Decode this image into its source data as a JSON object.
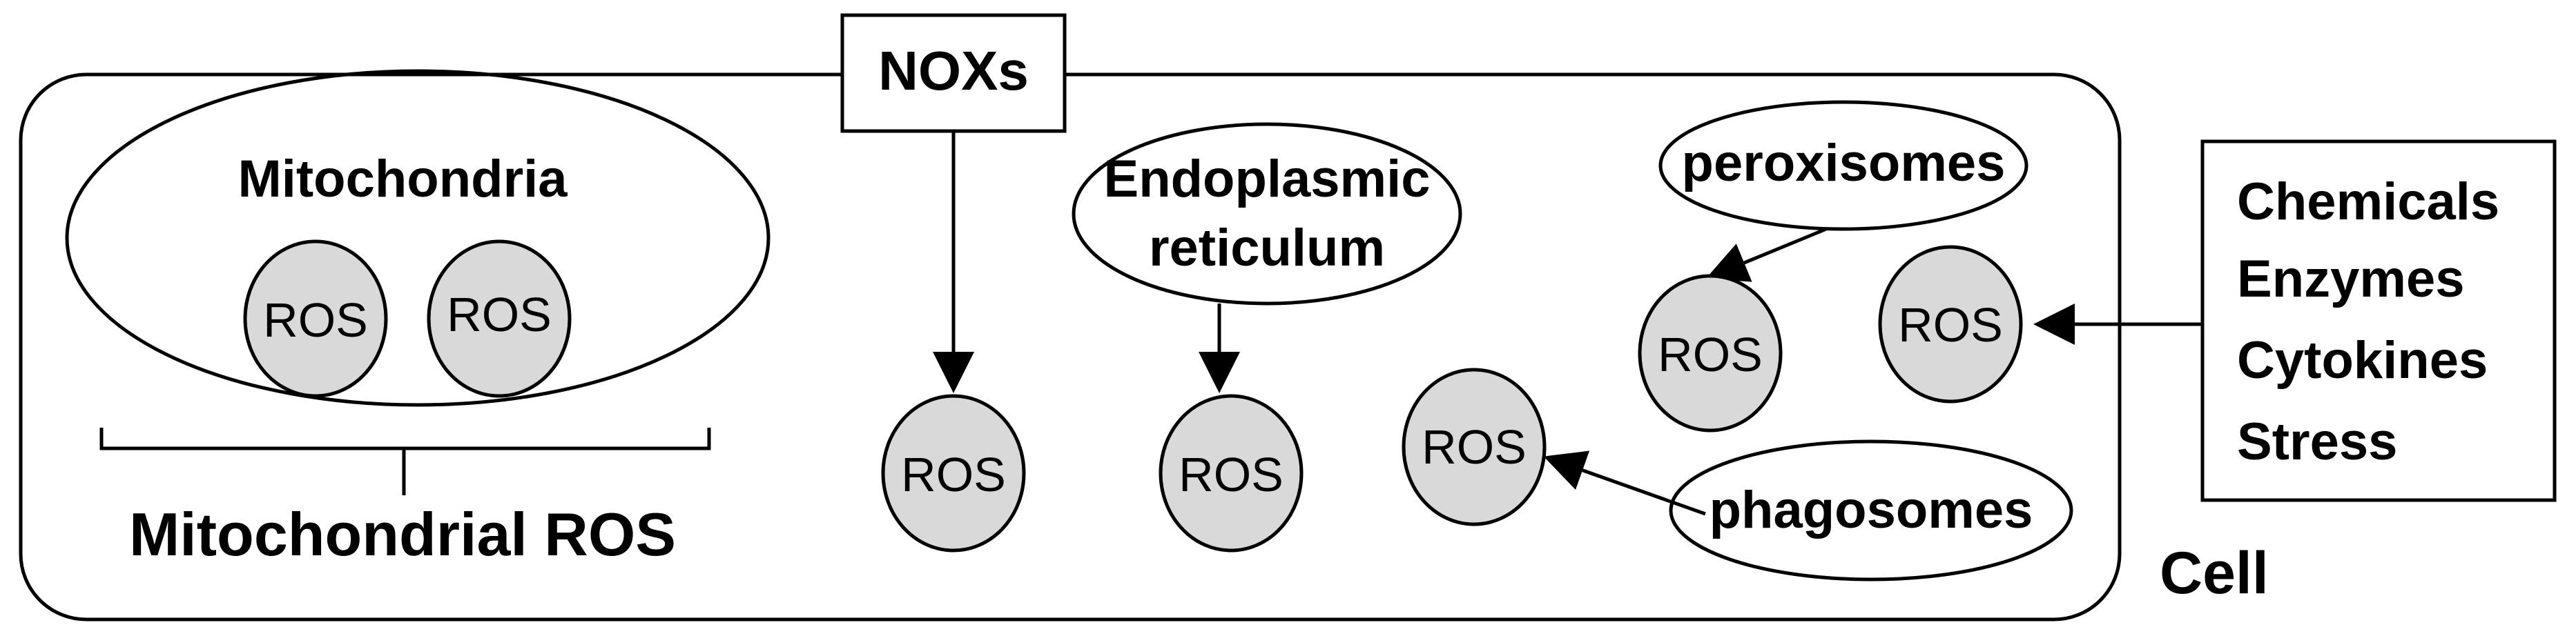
{
  "cell": {
    "label": "Cell"
  },
  "nox": {
    "label": "NOXs"
  },
  "mitochondria": {
    "label": "Mitochondria"
  },
  "mitochondrial_ros": {
    "label": "Mitochondrial ROS"
  },
  "er": {
    "line1": "Endoplasmic",
    "line2": "reticulum"
  },
  "peroxisomes": {
    "label": "peroxisomes"
  },
  "phagosomes": {
    "label": "phagosomes"
  },
  "ros_label": "ROS",
  "external_factors": [
    "Chemicals",
    "Enzymes",
    "Cytokines",
    "Stress"
  ],
  "colors": {
    "ros_fill": "#d9d9d9",
    "stroke": "#000000",
    "background": "#ffffff"
  }
}
